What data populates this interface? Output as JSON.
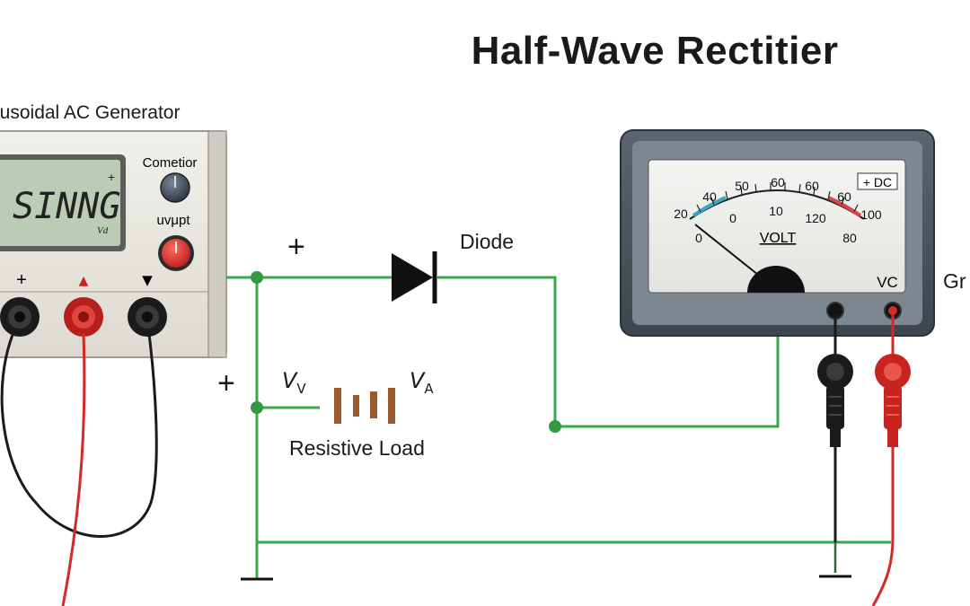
{
  "title": "Half-Wave Rectitier",
  "generator": {
    "title": "nusoidal AC Generator",
    "display": "SINNG",
    "display_plus": "+",
    "display_sub": "Vd",
    "knob1_label": "Cometior",
    "knob2_label": "uvμpt",
    "terminal_marks": [
      "+",
      "▲",
      "▼"
    ]
  },
  "circuit": {
    "plus_top": "+",
    "plus_left": "+",
    "diode_label": "Diode",
    "v_left": "V",
    "v_left_sub": "V",
    "v_right": "V",
    "v_right_sub": "A",
    "load_label": "Resistive Load"
  },
  "voltmeter": {
    "mode_label": "+ DC",
    "unit_label": "VOLT",
    "terminal_label": "VC",
    "outer_scale": [
      "20",
      "40",
      "50",
      "60",
      "60",
      "60",
      "100"
    ],
    "inner_scale": [
      "0",
      "0",
      "10",
      "120",
      "80"
    ],
    "side_label": "Gr"
  },
  "colors": {
    "wire": "#3aa64a",
    "red_lead": "#d42a26",
    "black_lead": "#1b1b1b",
    "lcd": "#bccbb6",
    "meter_case": "#4b5560"
  }
}
